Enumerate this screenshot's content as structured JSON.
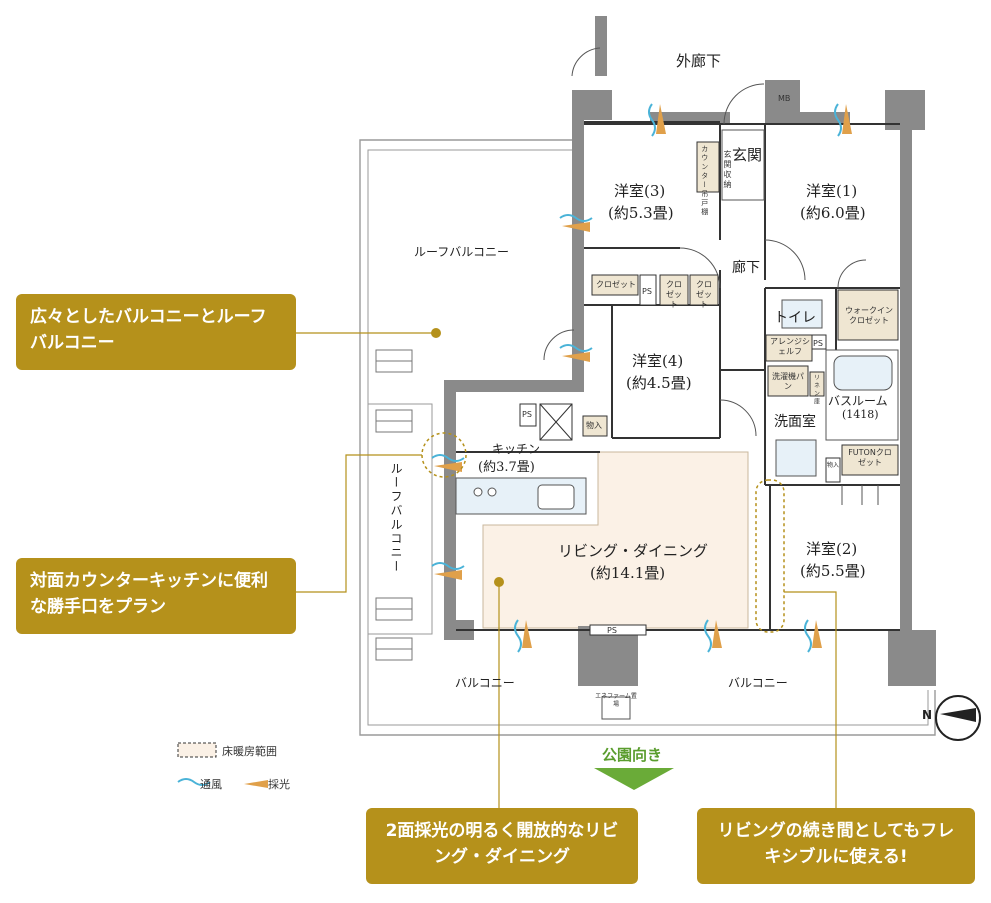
{
  "rooms": {
    "outer_corridor": "外廊下",
    "mb": "MB",
    "entrance": "玄関",
    "genkan_storage": "玄関収納",
    "counter_cabinet": "カウンター吊戸棚",
    "room3_name": "洋室(3)",
    "room3_size": "(約5.3畳)",
    "room1_name": "洋室(1)",
    "room1_size": "(約6.0畳)",
    "hallway": "廊下",
    "closet_a": "クロゼット",
    "ps_a": "PS",
    "closet_b": "クロゼット",
    "closet_c": "クロゼット",
    "toilet": "トイレ",
    "walkin": "ウォークインクロゼット",
    "arrange_shelf": "アレンジシェルフ",
    "ps_b": "PS",
    "room4_name": "洋室(4)",
    "room4_size": "(約4.5畳)",
    "washer_pan": "洗濯機パン",
    "linen": "リネン庫",
    "bathroom_name": "バスルーム",
    "bathroom_size": "(1418)",
    "washroom": "洗面室",
    "futon": "FUTONクロゼット",
    "storage_a": "物入",
    "storage_b": "物入",
    "ps_c": "PS",
    "kitchen_name": "キッチン",
    "kitchen_size": "(約3.7畳)",
    "living_name": "リビング・ダイニング",
    "living_size": "(約14.1畳)",
    "room2_name": "洋室(2)",
    "room2_size": "(約5.5畳)",
    "roof_balcony_top": "ルーフバルコニー",
    "roof_balcony_side": "ルーフバルコニー",
    "balcony_left": "バルコニー",
    "balcony_right": "バルコニー",
    "ps_d": "PS",
    "enefarm": "エネファーム置場"
  },
  "legend": {
    "floor_heating": "床暖房範囲",
    "ventilation": "通風",
    "lighting": "採光"
  },
  "park_direction": "公園向き",
  "compass_letter": "N",
  "callouts": {
    "balcony": "広々としたバルコニーとルーフバルコニー",
    "kitchen": "対面カウンターキッチンに便利な勝手口をプラン",
    "living": "2面採光の明るく開放的なリビング・ダイニング",
    "flexible": "リビングの続き間としてもフレキシブルに使える!"
  },
  "colors": {
    "wall": "#8a8a8a",
    "gold": "#b5911b",
    "floor_heating": "#fbf1e6",
    "ventilation": "#4ab3d8",
    "lighting": "#e0a04a",
    "park_arrow": "#6aab38",
    "storage_fill": "#efe6d2"
  }
}
